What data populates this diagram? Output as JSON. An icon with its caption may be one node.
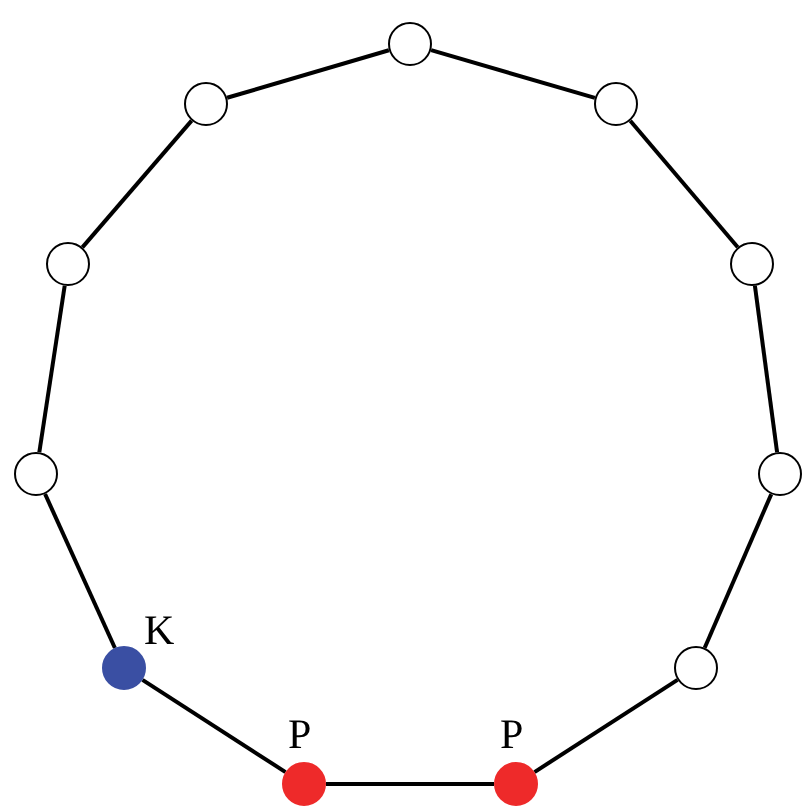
{
  "diagram": {
    "nodes": [
      {
        "text": [],
        "shape": "circle"
      },
      {
        "text": [],
        "shape": "circle"
      },
      {
        "text": [],
        "shape": "circle"
      },
      {
        "text": [],
        "shape": "circle"
      },
      {
        "text": [],
        "shape": "circle"
      },
      {
        "text": [],
        "shape": "circle",
        "beside": [
          "P"
        ]
      },
      {
        "text": [],
        "shape": "circle",
        "beside": [
          "P"
        ]
      },
      {
        "text": [],
        "shape": "circle",
        "beside": [
          "K"
        ]
      },
      {
        "text": [],
        "shape": "circle"
      },
      {
        "text": [],
        "shape": "circle"
      },
      {
        "text": [],
        "shape": "circle"
      }
    ],
    "edges": [
      {
        "from": 0,
        "to": 1,
        "arrow": "none"
      },
      {
        "from": 1,
        "to": 2,
        "arrow": "none"
      },
      {
        "from": 2,
        "to": 3,
        "arrow": "none"
      },
      {
        "from": 3,
        "to": 4,
        "arrow": "none"
      },
      {
        "from": 4,
        "to": 5,
        "arrow": "none"
      },
      {
        "from": 5,
        "to": 6,
        "arrow": "none"
      },
      {
        "from": 6,
        "to": 7,
        "arrow": "none"
      },
      {
        "from": 7,
        "to": 8,
        "arrow": "none"
      },
      {
        "from": 8,
        "to": 9,
        "arrow": "none"
      },
      {
        "from": 9,
        "to": 10,
        "arrow": "none"
      },
      {
        "from": 10,
        "to": 0,
        "arrow": "none"
      }
    ]
  }
}
